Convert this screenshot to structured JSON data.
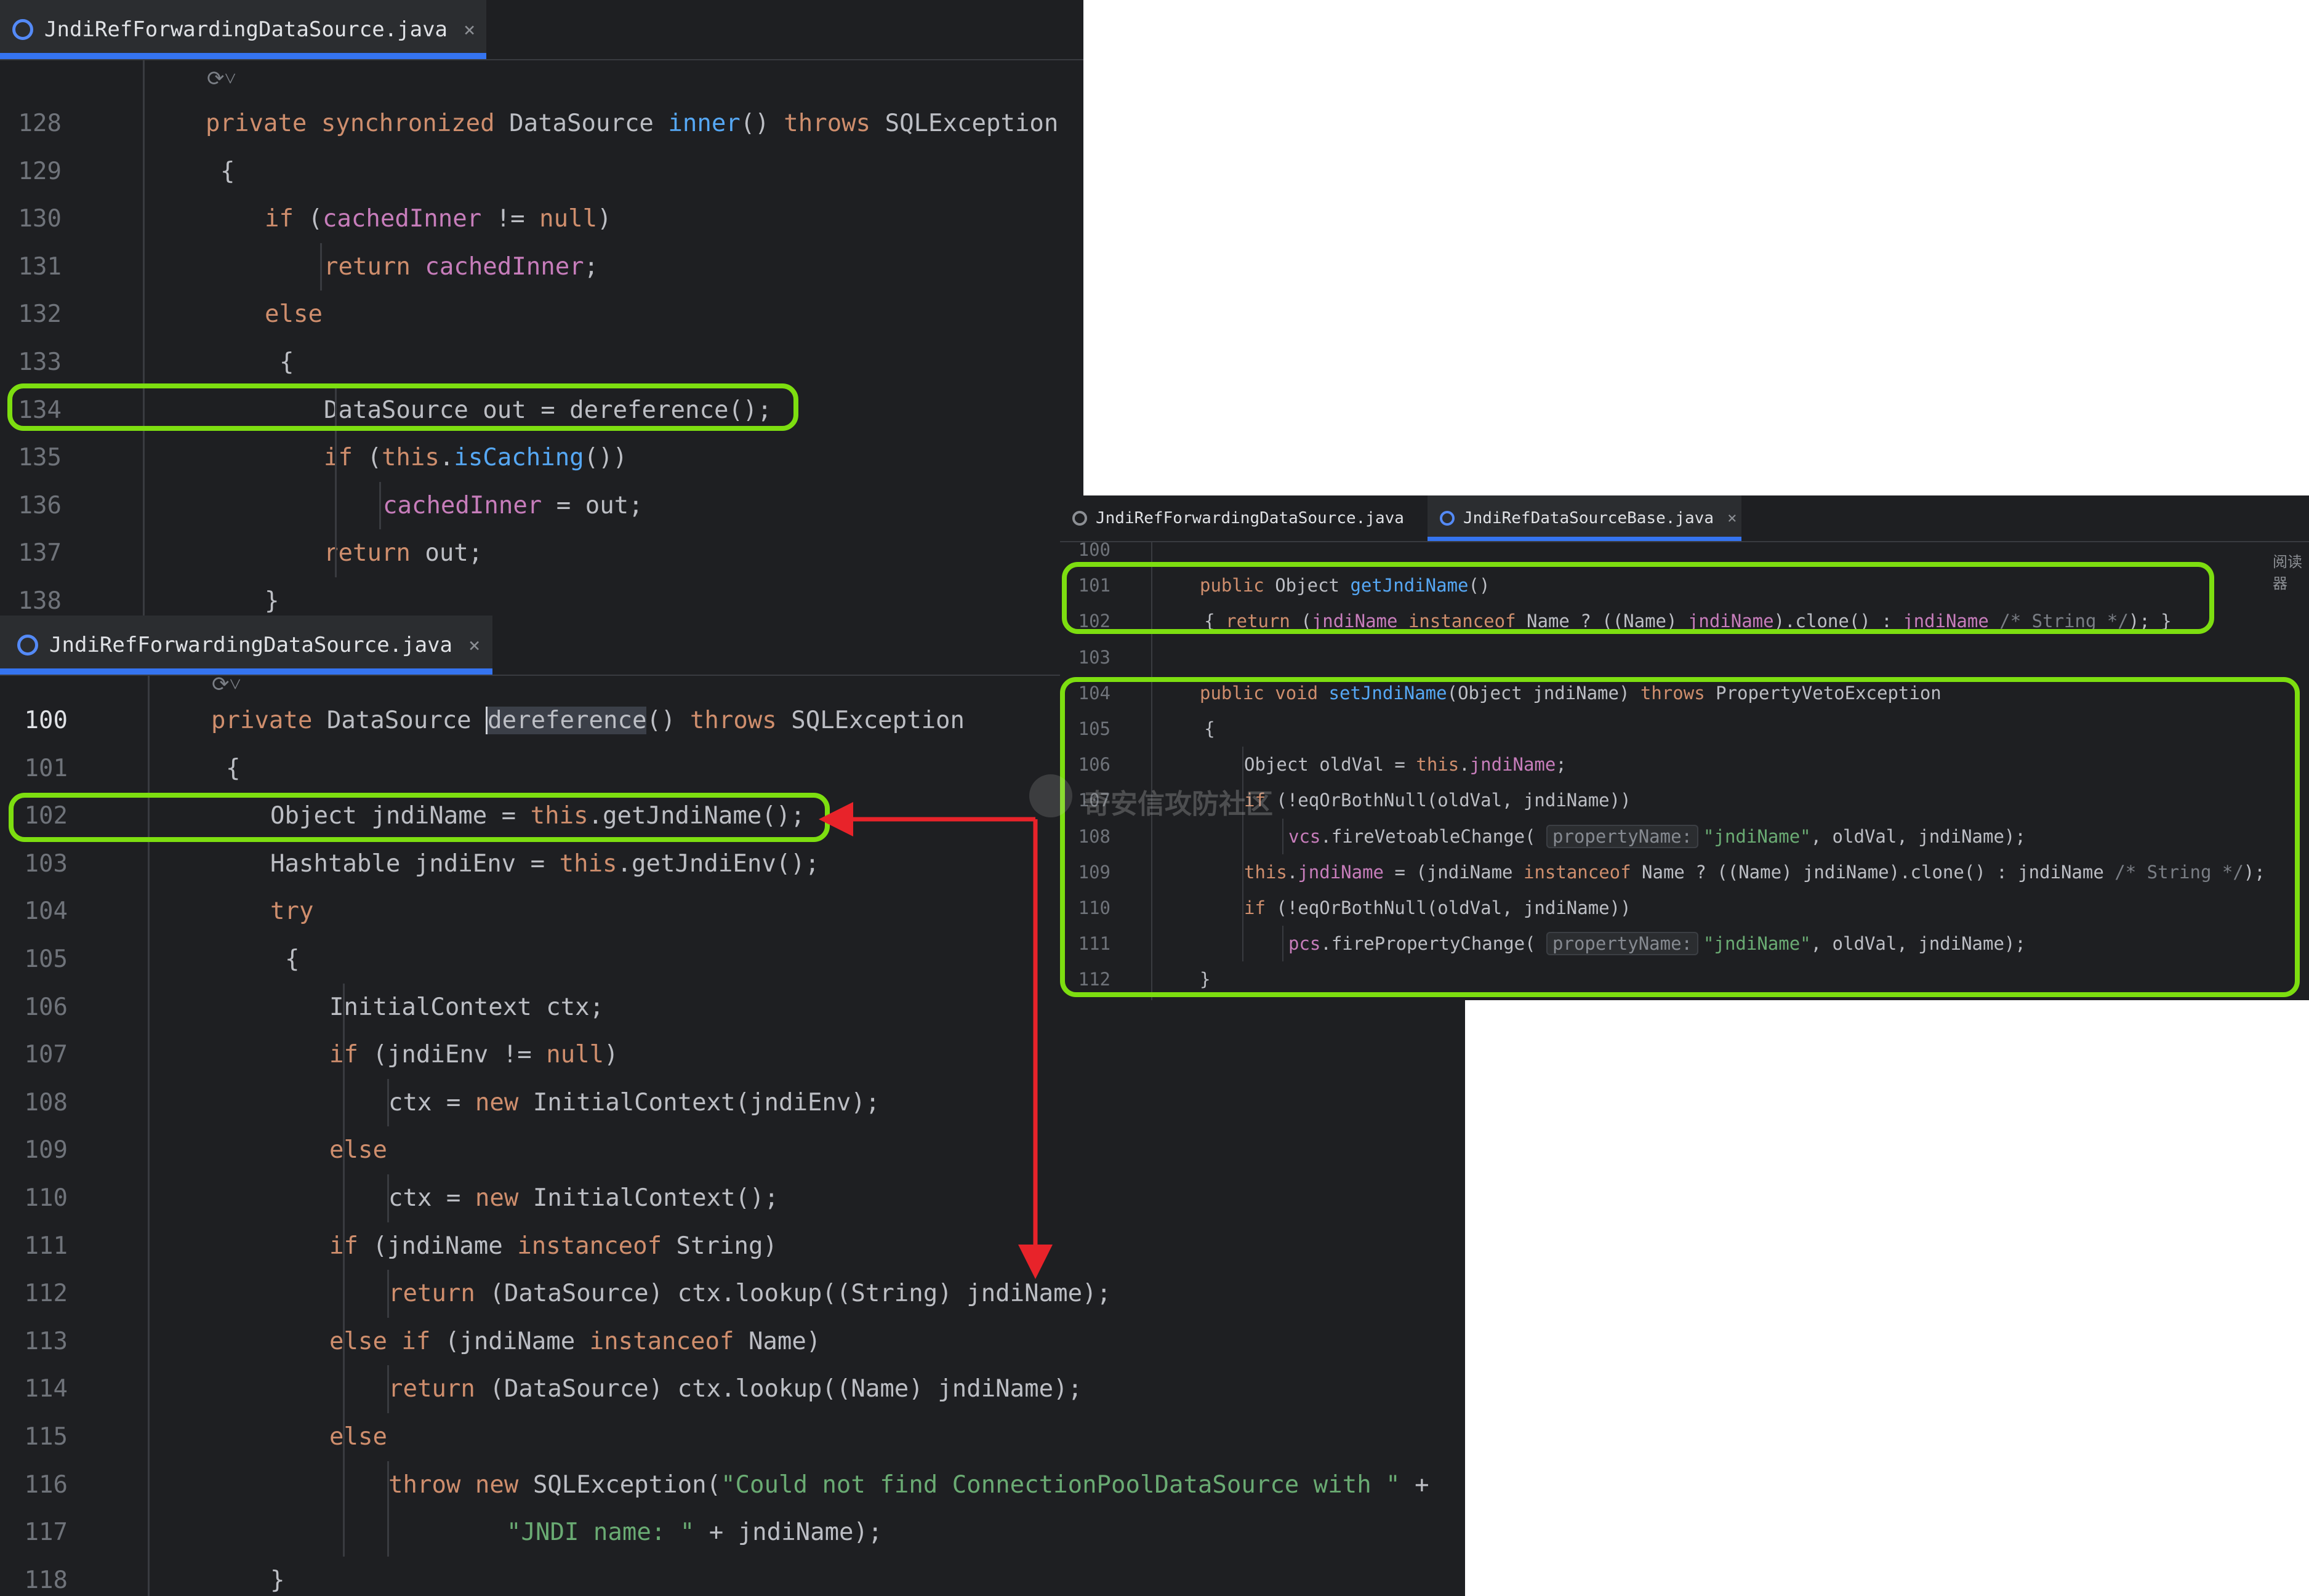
{
  "colors": {
    "keyword": "#cf8e6d",
    "function": "#56a8f5",
    "field": "#c77dbb",
    "string": "#6aab73",
    "comment": "#7a7e85",
    "highlight_box": "#7dde10",
    "arrow": "#e8232a"
  },
  "panel_top": {
    "tab_label": "JndiRefForwardingDataSource.java",
    "tab_icon": "java-class-icon",
    "lines": [
      {
        "n": "128",
        "code": "private synchronized DataSource inner() throws SQLException"
      },
      {
        "n": "129",
        "code": "{"
      },
      {
        "n": "130",
        "code": "if (cachedInner != null)"
      },
      {
        "n": "131",
        "code": "return cachedInner;"
      },
      {
        "n": "132",
        "code": "else"
      },
      {
        "n": "133",
        "code": "{"
      },
      {
        "n": "134",
        "code": "DataSource out = dereference();"
      },
      {
        "n": "135",
        "code": "if (this.isCaching())"
      },
      {
        "n": "136",
        "code": "cachedInner = out;"
      },
      {
        "n": "137",
        "code": "return out;"
      },
      {
        "n": "138",
        "code": "}"
      }
    ]
  },
  "panel_bottom": {
    "tab_label": "JndiRefForwardingDataSource.java",
    "tab_icon": "java-class-icon",
    "lines": [
      {
        "n": "100",
        "code": "private DataSource dereference() throws SQLException"
      },
      {
        "n": "101",
        "code": "{"
      },
      {
        "n": "102",
        "code": "Object jndiName = this.getJndiName();"
      },
      {
        "n": "103",
        "code": "Hashtable jndiEnv = this.getJndiEnv();"
      },
      {
        "n": "104",
        "code": "try"
      },
      {
        "n": "105",
        "code": "{"
      },
      {
        "n": "106",
        "code": "InitialContext ctx;"
      },
      {
        "n": "107",
        "code": "if (jndiEnv != null)"
      },
      {
        "n": "108",
        "code": "ctx = new InitialContext(jndiEnv);"
      },
      {
        "n": "109",
        "code": "else"
      },
      {
        "n": "110",
        "code": "ctx = new InitialContext();"
      },
      {
        "n": "111",
        "code": "if (jndiName instanceof String)"
      },
      {
        "n": "112",
        "code": "return (DataSource) ctx.lookup((String) jndiName);"
      },
      {
        "n": "113",
        "code": "else if (jndiName instanceof Name)"
      },
      {
        "n": "114",
        "code": "return (DataSource) ctx.lookup((Name) jndiName);"
      },
      {
        "n": "115",
        "code": "else"
      },
      {
        "n": "116",
        "code": "throw new SQLException(\"Could not find ConnectionPoolDataSource with \" +"
      },
      {
        "n": "117",
        "code": "\"JNDI name: \" + jndiName);"
      },
      {
        "n": "118",
        "code": "}"
      }
    ]
  },
  "panel_right": {
    "tabs": [
      {
        "label": "JndiRefForwardingDataSource.java",
        "active": false
      },
      {
        "label": "JndiRefDataSourceBase.java",
        "active": true
      }
    ],
    "reader_mode_label": "阅读器",
    "lines": [
      {
        "n": "100",
        "code": ""
      },
      {
        "n": "101",
        "code": "public Object getJndiName()"
      },
      {
        "n": "102",
        "code": "{ return (jndiName instanceof Name ? ((Name) jndiName).clone() : jndiName /* String */); }"
      },
      {
        "n": "103",
        "code": ""
      },
      {
        "n": "104",
        "code": "public void setJndiName(Object jndiName) throws PropertyVetoException"
      },
      {
        "n": "105",
        "code": "{"
      },
      {
        "n": "106",
        "code": "Object oldVal = this.jndiName;"
      },
      {
        "n": "107",
        "code": "if (!eqOrBothNull(oldVal, jndiName))"
      },
      {
        "n": "108",
        "code": "vcs.fireVetoableChange( propertyName: \"jndiName\", oldVal, jndiName);"
      },
      {
        "n": "109",
        "code": "this.jndiName = (jndiName instanceof Name ? ((Name) jndiName).clone() : jndiName /* String */);"
      },
      {
        "n": "110",
        "code": "if (!eqOrBothNull(oldVal, jndiName))"
      },
      {
        "n": "111",
        "code": "pcs.firePropertyChange( propertyName: \"jndiName\", oldVal, jndiName);"
      },
      {
        "n": "112",
        "code": "}"
      }
    ]
  },
  "watermark": "奇安信攻防社区"
}
